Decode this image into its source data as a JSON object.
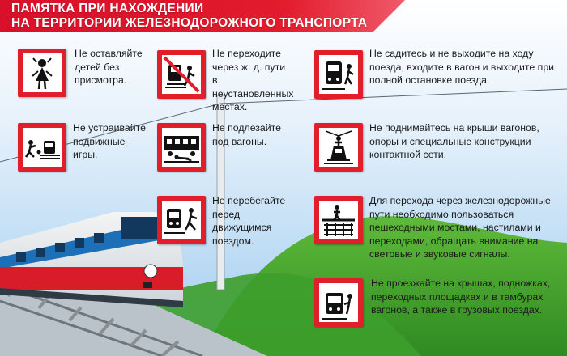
{
  "header": {
    "line1": "ПАМЯТКА ПРИ НАХОЖДЕНИИ",
    "line2": "НА ТЕРРИТОРИИ ЖЕЛЕЗНОДОРОЖНОГО ТРАНСПОРТА"
  },
  "colors": {
    "accent": "#e01e2c",
    "sky": "#9fccef",
    "hill": "#3a9a2a",
    "train": "#d81c2a"
  },
  "rules": [
    {
      "icon": "child-girl-icon",
      "text": "Не оставляйте детей без присмотра."
    },
    {
      "icon": "crossing-prohibited-icon",
      "text": "Не переходите через ж. д. пути в неустановленных местах."
    },
    {
      "icon": "train-boarding-icon",
      "text": "Не садитесь и не выходите на ходу поезда, входите в вагон и выходите при полной остановке поезда."
    },
    {
      "icon": "playing-near-tracks-icon",
      "text": "Не устраивайте подвижные игры."
    },
    {
      "icon": "crawling-under-wagon-icon",
      "text": "Не подлезайте под вагоны."
    },
    {
      "icon": "wagon-roof-climbing-icon",
      "text": "Не поднимайтесь на крыши вагонов, опоры и специальные конструкции контактной сети."
    },
    {
      "icon": "running-before-train-icon",
      "text": "Не перебегайте перед движущимся поездом."
    },
    {
      "icon": "pedestrian-bridge-icon",
      "text": "Для перехода через железнодорожные пути необходимо пользоваться пешеходными мостами, настилами и переходами, обращать внимание на световые и звуковые сигналы."
    },
    {
      "icon": "riding-outside-train-icon",
      "text": "Не проезжайте на крышах, подножках, переходных площадках и в тамбурах вагонов, а также в грузовых поездах."
    }
  ]
}
